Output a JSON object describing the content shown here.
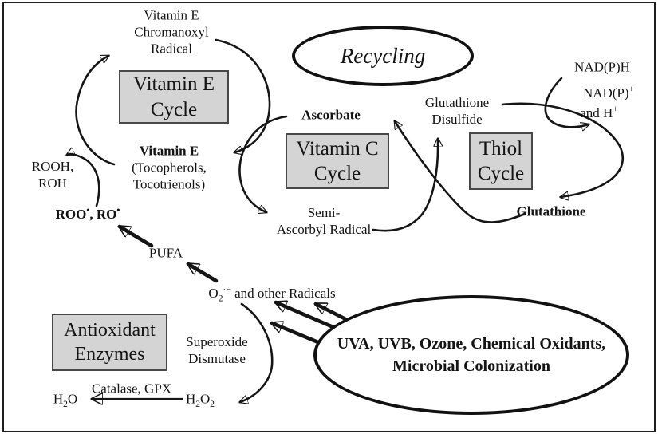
{
  "title": "Antioxidant recycling diagram",
  "colors": {
    "background": "#ffffff",
    "ink": "#141414",
    "box_fill": "#d4d4d4",
    "box_border": "#484848"
  },
  "nodes": {
    "vitamin_e_radical": {
      "lines": [
        "Vitamin E",
        "Chromanoxyl",
        "Radical"
      ]
    },
    "vitamin_e_cycle_box": {
      "lines": [
        "Vitamin E",
        "Cycle"
      ]
    },
    "recycling": {
      "label": "Recycling"
    },
    "nadph": {
      "label": "NAD(P)H"
    },
    "nadp_plus": {
      "formula": [
        {
          "t": "NAD(P)"
        },
        {
          "t": "+",
          "sup": true
        }
      ]
    },
    "and_h_plus": {
      "formula": [
        {
          "t": "and H"
        },
        {
          "t": "+",
          "sup": true
        }
      ]
    },
    "ascorbate": {
      "label": "Ascorbate"
    },
    "glutathione_disulfide": {
      "lines": [
        "Glutathione",
        "Disulfide"
      ]
    },
    "vitamin_c_cycle_box": {
      "lines": [
        "Vitamin C",
        "Cycle"
      ]
    },
    "thiol_cycle_box": {
      "lines": [
        "Thiol",
        "Cycle"
      ]
    },
    "vitamin_e": {
      "label": "Vitamin E",
      "sub_lines": [
        "(Tocopherols,",
        "Tocotrienols)"
      ]
    },
    "rooh_roh": {
      "lines": [
        "ROOH,",
        "ROH"
      ]
    },
    "roo_ro": {
      "formula": [
        {
          "t": "ROO"
        },
        {
          "t": "•",
          "sup": true
        },
        {
          "t": ", RO"
        },
        {
          "t": "•",
          "sup": true
        }
      ]
    },
    "semi_ascorbyl": {
      "lines": [
        "Semi-",
        "Ascorbyl Radical"
      ]
    },
    "glutathione": {
      "label": "Glutathione"
    },
    "pufa": {
      "label": "PUFA"
    },
    "o2_radicals": {
      "formula": [
        {
          "t": "O"
        },
        {
          "t": "2",
          "sub": true
        },
        {
          "t": "·−",
          "sup": true
        },
        {
          "t": " and other Radicals"
        }
      ]
    },
    "antioxidant_enzymes_box": {
      "lines": [
        "Antioxidant",
        "Enzymes"
      ]
    },
    "superoxide_dismutase": {
      "lines": [
        "Superoxide",
        "Dismutase"
      ]
    },
    "h2o": {
      "formula": [
        {
          "t": "H"
        },
        {
          "t": "2",
          "sub": true
        },
        {
          "t": "O"
        }
      ]
    },
    "catalase_gpx": {
      "label": "Catalase, GPX"
    },
    "h2o2": {
      "formula": [
        {
          "t": "H"
        },
        {
          "t": "2",
          "sub": true
        },
        {
          "t": "O"
        },
        {
          "t": "2",
          "sub": true
        }
      ]
    },
    "stressors": {
      "lines": [
        "UVA, UVB, Ozone,",
        "Chemical Oxidants,",
        "Microbial Colonization"
      ]
    }
  }
}
